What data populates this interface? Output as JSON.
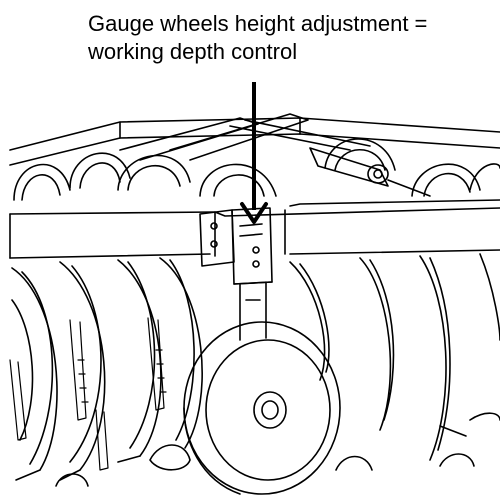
{
  "callout": {
    "line1": "Gauge wheels height adjustment =",
    "line2": "working depth control"
  },
  "colors": {
    "background": "#ffffff",
    "ink": "#000000"
  },
  "icons": {
    "arrow": "down-arrow",
    "wheel": "gauge-wheel"
  }
}
